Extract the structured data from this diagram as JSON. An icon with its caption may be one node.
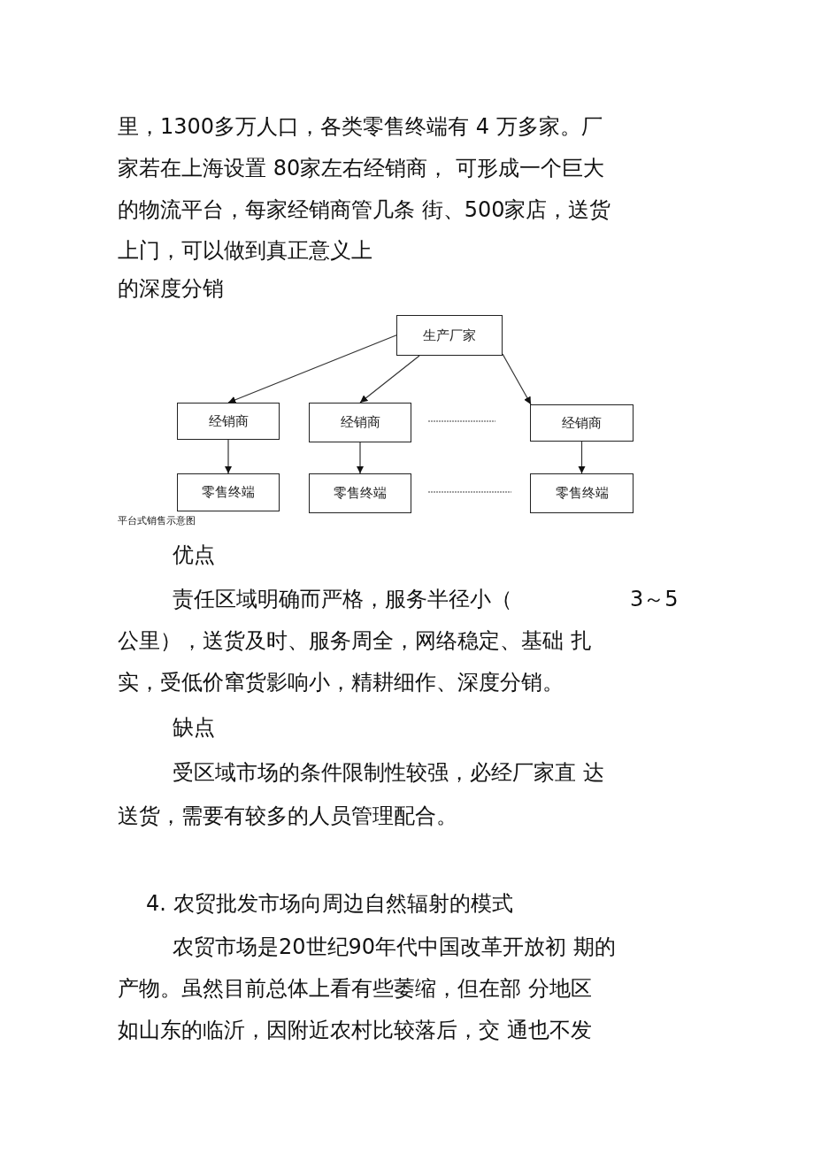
{
  "diagram": {
    "caption": "平台式销售示意图",
    "nodes": [
      {
        "text": [
          "生产厂家"
        ]
      },
      {
        "text": [
          "经销商"
        ]
      },
      {
        "text": [
          "经销商"
        ]
      },
      {
        "text": [
          "经销商"
        ]
      },
      {
        "text": [
          "零售终端"
        ]
      },
      {
        "text": [
          "零售终端"
        ]
      },
      {
        "text": [
          "零售终端"
        ]
      }
    ],
    "edges": [
      {
        "from": 0,
        "to": 1,
        "arrow": "to"
      },
      {
        "from": 0,
        "to": 2,
        "arrow": "to"
      },
      {
        "from": 0,
        "to": 3,
        "arrow": "to"
      },
      {
        "from": 1,
        "to": 4,
        "arrow": "to"
      },
      {
        "from": 2,
        "to": 5,
        "arrow": "to"
      },
      {
        "from": 3,
        "to": 6,
        "arrow": "to"
      }
    ],
    "labels": [
      "里，1300多万人口，各类零售终端有 4 万多家。厂",
      "家若在上海设置 80家左右经销商， 可形成一个巨大",
      "的物流平台，每家经销商管几条 街、500家店，送货",
      "上门，可以做到真正意义上",
      "的深度分销",
      "优点",
      "责任区域明确而严格，服务半径小（",
      "3～5",
      "公里），送货及时、服务周全，网络稳定、基础 扎",
      "实，受低价窜货影响小，精耕细作、深度分销。",
      "缺点",
      "受区域市场的条件限制性较强，必经厂家直 达",
      "送货，需要有较多的人员管理配合。",
      "4. 农贸批发市场向周边自然辐射的模式",
      "农贸市场是20世纪90年代中国改革开放初 期的",
      "产物。虽然目前总体上看有些萎缩，但在部 分地区",
      "如山东的临沂，因附近农村比较落后，交 通也不发"
    ]
  }
}
